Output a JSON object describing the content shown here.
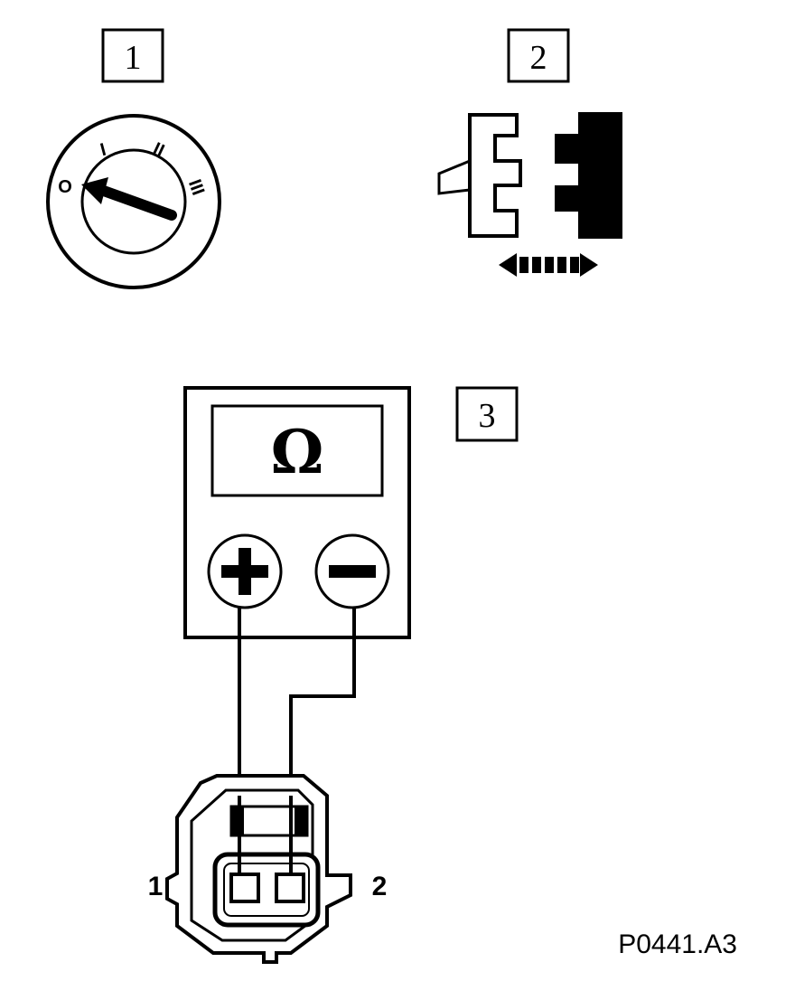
{
  "steps": [
    {
      "number": "1"
    },
    {
      "number": "2"
    },
    {
      "number": "3"
    }
  ],
  "ignition_switch": {
    "positions": [
      "O",
      "I",
      "II",
      "III"
    ]
  },
  "multimeter": {
    "display_symbol": "Ω",
    "terminals": {
      "positive": "+",
      "negative": "−"
    }
  },
  "connector": {
    "pin_labels": {
      "left": "1",
      "right": "2"
    }
  },
  "reference_code": "P0441.A3"
}
